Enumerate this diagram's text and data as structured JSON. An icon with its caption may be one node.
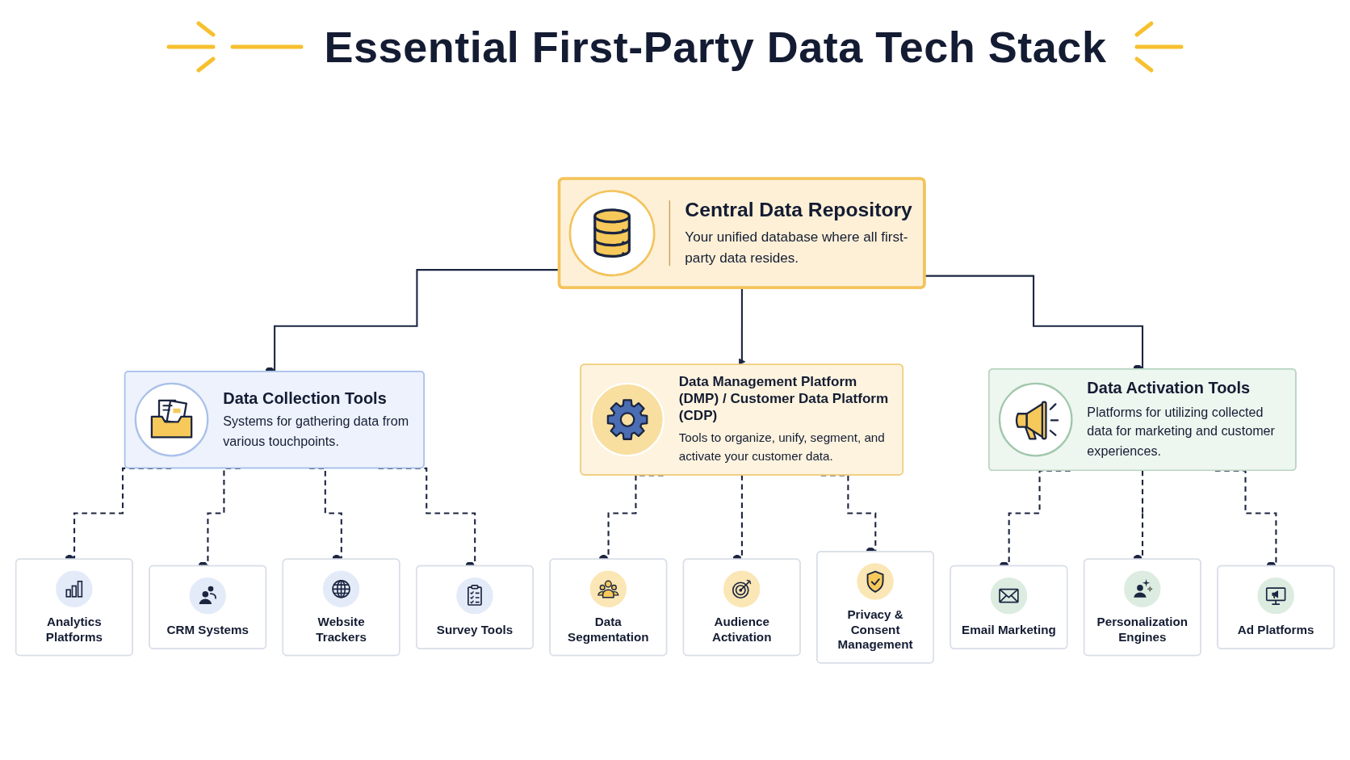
{
  "diagram": {
    "title": "Essential First-Party Data Tech Stack",
    "nodes": [
      {
        "text": [
          "Central Data Repository",
          "Your unified database where all first-party data resides."
        ]
      },
      {
        "text": [
          "Data Collection Tools",
          "Systems for gathering data from various touchpoints."
        ]
      },
      {
        "text": [
          "Data Management Platform (DMP) / Customer Data Platform (CDP)",
          "Tools to organize, unify, segment, and activate your customer data."
        ]
      },
      {
        "text": [
          "Data Activation Tools",
          "Platforms for utilizing collected data for marketing and customer experiences."
        ]
      },
      {
        "text": [
          "Analytics Platforms"
        ]
      },
      {
        "text": [
          "CRM Systems"
        ]
      },
      {
        "text": [
          "Website Trackers"
        ]
      },
      {
        "text": [
          "Survey Tools"
        ]
      },
      {
        "text": [
          "Data Segmentation"
        ]
      },
      {
        "text": [
          "Audience Activation"
        ]
      },
      {
        "text": [
          "Privacy & Consent Management"
        ]
      },
      {
        "text": [
          "Email Marketing"
        ]
      },
      {
        "text": [
          "Personalization Engines"
        ]
      },
      {
        "text": [
          "Ad Platforms"
        ]
      }
    ],
    "edges": [
      {
        "from": 0,
        "to": 1,
        "arrow": "other"
      },
      {
        "from": 0,
        "to": 2,
        "arrow": "to"
      },
      {
        "from": 0,
        "to": 3,
        "arrow": "other"
      },
      {
        "from": 1,
        "to": 4,
        "arrow": "other",
        "style": "dashed"
      },
      {
        "from": 1,
        "to": 5,
        "arrow": "other",
        "style": "dashed"
      },
      {
        "from": 1,
        "to": 6,
        "arrow": "other",
        "style": "dashed"
      },
      {
        "from": 1,
        "to": 7,
        "arrow": "other",
        "style": "dashed"
      },
      {
        "from": 2,
        "to": 8,
        "arrow": "other",
        "style": "dashed"
      },
      {
        "from": 2,
        "to": 9,
        "arrow": "other",
        "style": "dashed"
      },
      {
        "from": 2,
        "to": 10,
        "arrow": "other",
        "style": "dashed"
      },
      {
        "from": 3,
        "to": 11,
        "arrow": "other",
        "style": "dashed"
      },
      {
        "from": 3,
        "to": 12,
        "arrow": "other",
        "style": "dashed"
      },
      {
        "from": 3,
        "to": 13,
        "arrow": "other",
        "style": "dashed"
      }
    ]
  }
}
